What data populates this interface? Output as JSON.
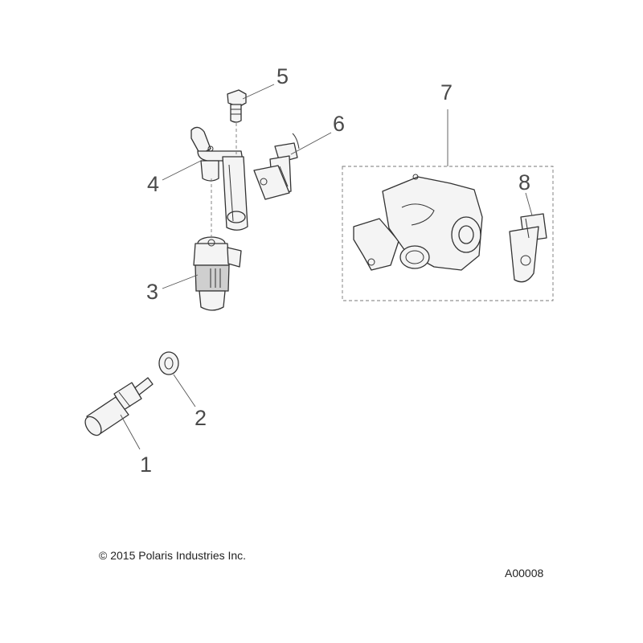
{
  "callouts": [
    {
      "id": "1",
      "label": "1"
    },
    {
      "id": "2",
      "label": "2"
    },
    {
      "id": "3",
      "label": "3"
    },
    {
      "id": "4",
      "label": "4"
    },
    {
      "id": "5",
      "label": "5"
    },
    {
      "id": "6",
      "label": "6"
    },
    {
      "id": "7",
      "label": "7"
    },
    {
      "id": "8",
      "label": "8"
    }
  ],
  "footer": {
    "copyright": "© 2015 Polaris Industries Inc.",
    "figure_id": "A00008"
  }
}
